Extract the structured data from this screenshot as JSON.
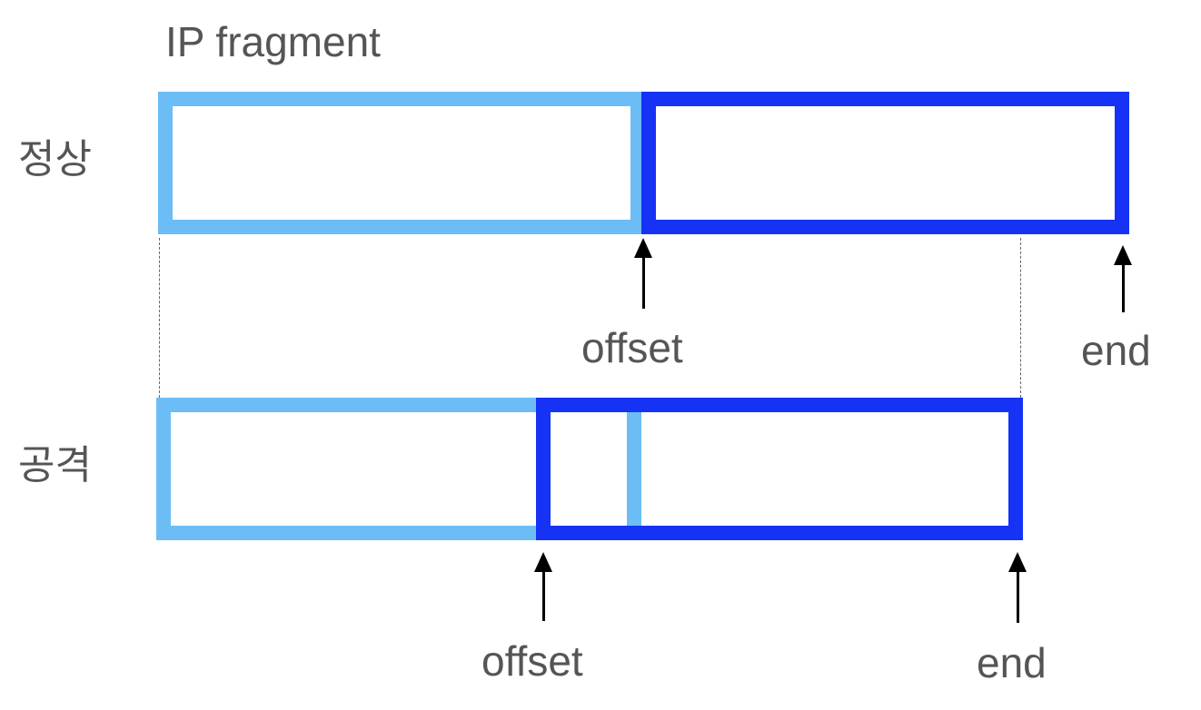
{
  "title": "IP fragment",
  "rows": {
    "normal": {
      "label": "정상",
      "offset_label": "offset",
      "end_label": "end"
    },
    "attack": {
      "label": "공격",
      "offset_label": "offset",
      "end_label": "end"
    }
  },
  "colors": {
    "first_fragment": "#6CBDF5",
    "second_fragment": "#1632F5",
    "text": "#555555",
    "arrow": "#000000"
  },
  "icons": {
    "marker": "arrow-up-icon"
  }
}
